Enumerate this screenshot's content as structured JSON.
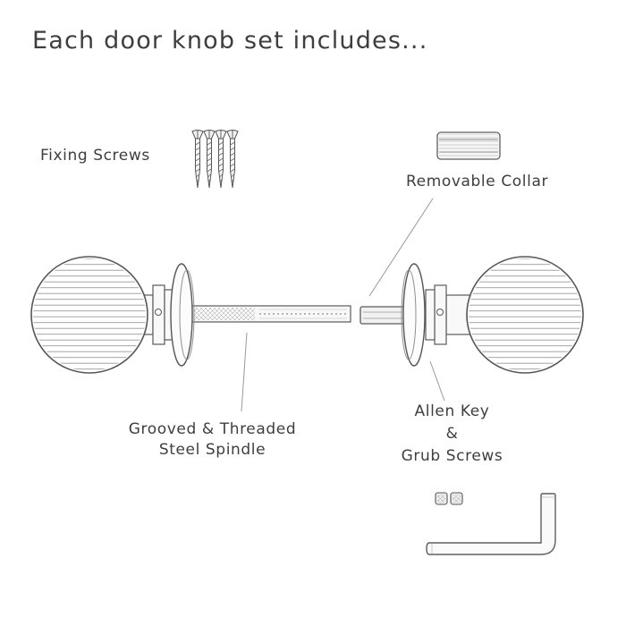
{
  "title": "Each door knob set includes...",
  "labels": {
    "fixing_screws": "Fixing Screws",
    "removable_collar": "Removable Collar",
    "spindle_line1": "Grooved & Threaded",
    "spindle_line2": "Steel Spindle",
    "allen_key_line1": "Allen Key",
    "allen_key_line2": "&",
    "allen_key_line3": "Grub Screws"
  },
  "illustration": {
    "style": "hand-drawn pencil sketch",
    "components": [
      "four-fixing-screws",
      "removable-collar",
      "left-beehive-door-knob",
      "right-beehive-door-knob",
      "grooved-threaded-steel-spindle",
      "collar-on-spindle",
      "two-grub-screws",
      "allen-key"
    ]
  },
  "colors": {
    "background": "#ffffff",
    "ink_text": "#3e3e3e",
    "sketch_outline": "#5a5a5a",
    "sketch_shading": "#9b9b9b"
  }
}
